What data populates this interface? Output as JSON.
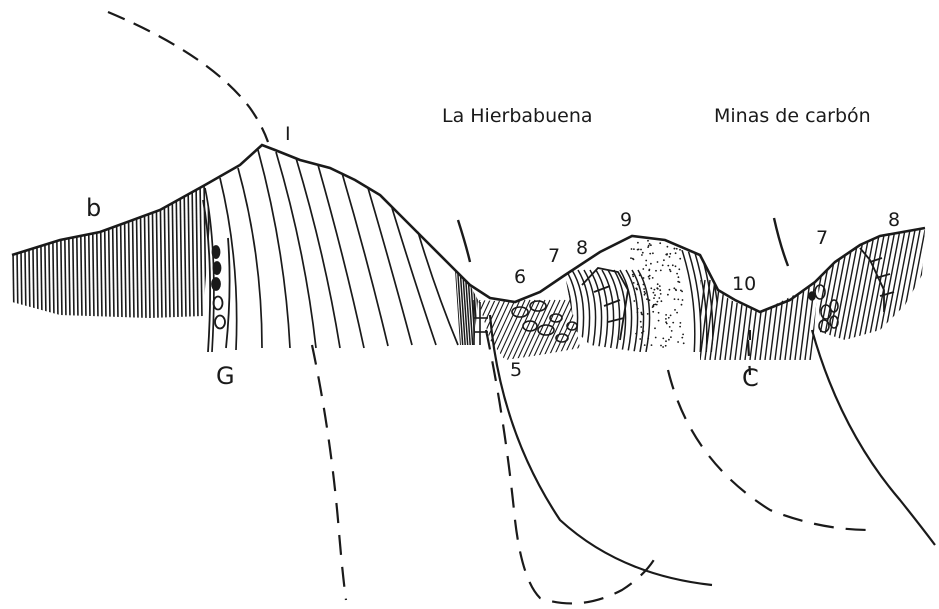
{
  "places": {
    "hierbabuena": "La Hierbabuena",
    "minas": "Minas de carbón"
  },
  "units": {
    "b": "b",
    "u1": "I",
    "g": "G",
    "u5": "5",
    "u6": "6",
    "u7a": "7",
    "u8a": "8",
    "u9": "9",
    "u10": "10",
    "c": "C",
    "u7b": "7",
    "u8b": "8"
  },
  "colors": {
    "ink": "#1a1a1a",
    "paper": "#ffffff"
  }
}
